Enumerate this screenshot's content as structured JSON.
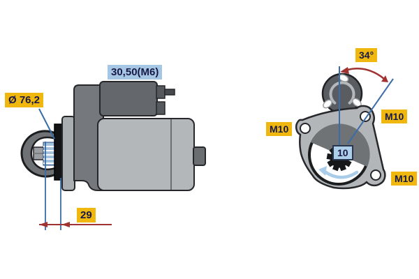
{
  "diagram": {
    "subject": "starter-motor-technical-drawing",
    "views": {
      "side_view": "starter motor side profile with solenoid, drive-end bracket and pinion",
      "front_view": "mounting flange face with solenoid circle, bore and pinion"
    },
    "labels": {
      "solenoid_dimension": "30,50(M6)",
      "flange_diameter": "Ø 76,2",
      "pinion_protrusion": "29",
      "mounting_angle": "34°",
      "bolt_hole_left": "M10",
      "bolt_hole_top_right": "M10",
      "bolt_hole_bottom_right": "M10",
      "pinion_teeth_count": "10"
    },
    "colors": {
      "background": "#ffffff",
      "label_yellow_bg": "#f0b70f",
      "label_blue_bg": "#a6c7e4",
      "label_text_navy": "#191947",
      "dimension_blue": "#3a6ca8",
      "dimension_red": "#a03232",
      "body_light_gray": "#b3b7ba",
      "body_medium_gray": "#75797d",
      "solenoid_gray": "#64686c",
      "pinion_blue": "#a3c2dd",
      "rotation_arrow_blue": "#a9cce8",
      "outline_dark": "#222426"
    }
  }
}
